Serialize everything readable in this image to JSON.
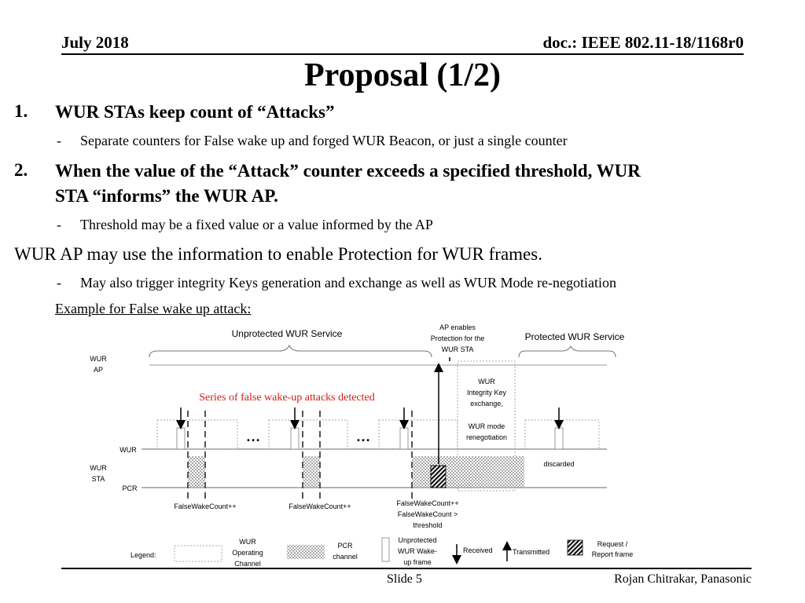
{
  "header": {
    "date": "July 2018",
    "doc": "doc.: IEEE 802.11-18/1168r0"
  },
  "title": "Proposal (1/2)",
  "items": [
    {
      "num": "1.",
      "text": "WUR STAs keep count of “Attacks”",
      "sub": "Separate counters for False wake up and forged WUR Beacon, or just a single counter"
    },
    {
      "num": "2.",
      "text_line1": "When the value of the “Attack” counter exceeds a specified threshold, WUR",
      "text_line2": "STA “informs” the WUR AP.",
      "sub": "Threshold may be a fixed value or a value informed by the AP"
    }
  ],
  "plain": {
    "text": "WUR AP may use the information to enable Protection for WUR frames.",
    "sub": "May also trigger integrity Keys generation and exchange as well as WUR Mode re-negotiation"
  },
  "example": "Example for False wake up attack:",
  "diagram": {
    "unprotected_label": "Unprotected WUR Service",
    "protected_label": "Protected WUR Service",
    "ap_enables": [
      "AP enables",
      "Protection for the",
      "WUR STA"
    ],
    "wur_ap": [
      "WUR",
      "AP"
    ],
    "wur_sta": [
      "WUR",
      "STA"
    ],
    "wur_row": "WUR",
    "pcr_row": "PCR",
    "attacks_label": "Series of false wake-up attacks detected",
    "ellipsis": "…",
    "key_exchange": [
      "WUR",
      "Integrity Key",
      "exchange,"
    ],
    "mode_reneg": [
      "WUR mode",
      "renegotiation"
    ],
    "discarded": "discarded",
    "count1": "FalseWakeCount++",
    "count2": "FalseWakeCount++",
    "count3": [
      "FalseWakeCount++",
      "FalseWakeCount >",
      "threshold"
    ],
    "accent_color": "#d11c1c",
    "legend": {
      "title": "Legend:",
      "wur_channel": [
        "WUR",
        "Operating",
        "Channel"
      ],
      "pcr_channel": [
        "PCR",
        "channel"
      ],
      "unprot_frame": [
        "Unprotected",
        "WUR Wake-",
        "up frame"
      ],
      "received": "Received",
      "transmitted": "Transmitted",
      "request": [
        "Request /",
        "Report frame"
      ]
    }
  },
  "footer": {
    "slide": "Slide 5",
    "author": "Rojan Chitrakar, Panasonic"
  }
}
